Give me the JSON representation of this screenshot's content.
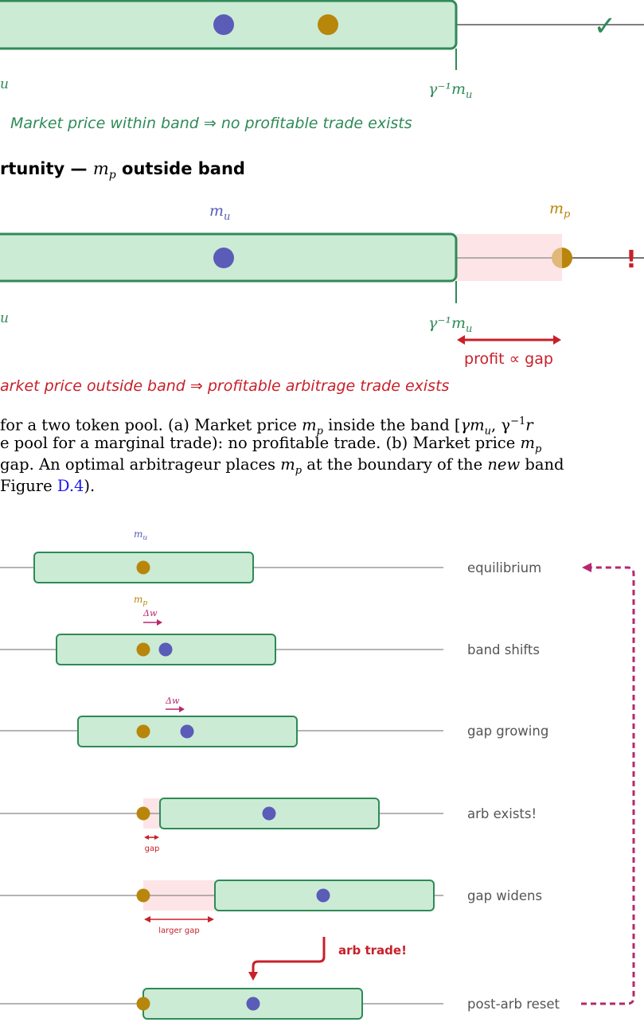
{
  "colors": {
    "band_fill": "#cbebd4",
    "band_stroke": "#2f8a57",
    "user_dot": "#5a5cb8",
    "pool_dot": "#b8860b",
    "gap_fill": "#fde4e6",
    "warn_red": "#c8202a",
    "ok_green": "#2f8a57",
    "loop_magenta": "#b5286e"
  },
  "panel_a": {
    "upper_label": "γ⁻¹m",
    "upper_label_sub": "u",
    "lower_label_fragment": "u",
    "check_icon": "✓",
    "note": "Market price within band ⇒ no profitable trade exists"
  },
  "panel_b": {
    "heading_text": "rtunity — ",
    "heading_math": "m",
    "heading_math_sub": "p",
    "heading_tail": " outside band",
    "mu_label": "m",
    "mu_label_sub": "u",
    "mp_label": "m",
    "mp_label_sub": "p",
    "alert_icon": "!",
    "upper_label": "γ⁻¹m",
    "upper_label_sub": "u",
    "lower_label_fragment": "u",
    "profit_label": "profit ∝ gap",
    "note": "arket price outside band ⇒ profitable arbitrage trade exists"
  },
  "caption": {
    "line1_a": "for a two token pool. (a) Market price ",
    "line1_m": "m",
    "line1_m_sub": "p",
    "line1_b": " inside the band [",
    "line1_c": "γm",
    "line1_c_sub": "u",
    "line1_d": ", γ",
    "line1_d_sup": "−1",
    "line1_e": "r",
    "line2_a": "e pool for a marginal trade): no profitable trade. (b) Market price ",
    "line2_m": "m",
    "line2_m_sub": "p",
    "line3_a": "gap. An optimal arbitrageur places ",
    "line3_m": "m",
    "line3_m_sub": "p",
    "line3_b": " at the boundary of the ",
    "line3_new": "new",
    "line3_c": " band",
    "line4_a": "Figure ",
    "line4_link": "D.4",
    "line4_b": ")."
  },
  "sequence": {
    "mu_label": "m",
    "mu_label_sub": "u",
    "mp_label": "m",
    "mp_label_sub": "p",
    "delta_w_label_1": "Δw",
    "delta_w_label_2": "Δw",
    "gap_label": "gap",
    "larger_gap_label": "larger gap",
    "arb_trade_label": "arb trade!",
    "steps": [
      {
        "label": "equilibrium"
      },
      {
        "label": "band shifts"
      },
      {
        "label": "gap growing"
      },
      {
        "label": "arb exists!"
      },
      {
        "label": "gap widens"
      },
      {
        "label": "post-arb reset"
      }
    ]
  }
}
